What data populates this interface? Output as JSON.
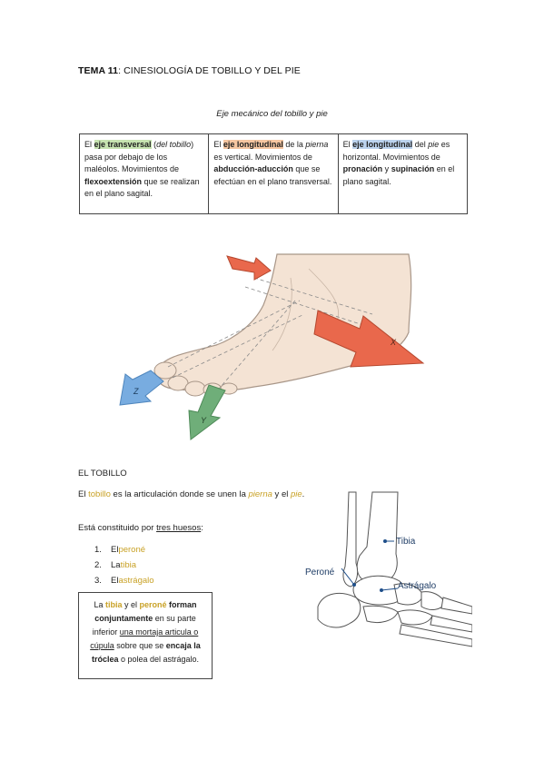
{
  "title": {
    "prefix": "TEMA 11",
    "rest": ": CINESIOLOGÍA DE TOBILLO Y DEL PIE"
  },
  "caption": "Eje mecánico del tobillo y pie",
  "axes": [
    {
      "p1": "El ",
      "hl": "eje transversal",
      "p2": " (",
      "em": "del tobillo",
      "p3": ") pasa por debajo de los maléolos. Movimientos de ",
      "b1": "flexoextensión",
      "p4": " que se realizan en el plano sagital.",
      "color": "#c6e3b0"
    },
    {
      "p1": "El ",
      "hl": "eje longitudinal",
      "p2": " de la ",
      "em": "pierna",
      "p3": " es vertical. Movimientos de ",
      "b1": "abducción-aducción",
      "p4": " que se efectúan en el plano transversal.",
      "color": "#f6c6a1"
    },
    {
      "p1": "El ",
      "hl": "eje longitudinal",
      "p2": " del ",
      "em": "pie",
      "p3": " es horizontal. Movimientos de ",
      "b1": "pronación",
      "p3b": " y ",
      "b2": "supinación",
      "p4": " en el plano sagital.",
      "color": "#bcd3ee"
    }
  ],
  "figure_axes": {
    "x_label": "X",
    "y_label": "Y",
    "z_label": "Z",
    "colors": {
      "x": "#e9684c",
      "y": "#6fae79",
      "z": "#78ace0",
      "skin": "#f4e3d4"
    }
  },
  "section": {
    "heading": "EL TOBILLO",
    "intro": {
      "p1": "El ",
      "w1": "tobillo",
      "p2": " es la articulación donde se unen la ",
      "w2": "pierna",
      "p3": " y el ",
      "w3": "pie",
      "p4": "."
    },
    "bones_lead": {
      "p1": "Está constituido por ",
      "u": "tres huesos",
      "p2": ":"
    },
    "bones": [
      {
        "n": "1.",
        "pre": "El ",
        "name": "peroné"
      },
      {
        "n": "2.",
        "pre": "La ",
        "name": "tibia"
      },
      {
        "n": "3.",
        "pre": "El ",
        "name": "astrágalo"
      }
    ],
    "note": {
      "p1": "La ",
      "w1": "tibia",
      "p2": " y el ",
      "w2": "peroné",
      "b1": " forman conjuntamente",
      "p3": " en su parte inferior ",
      "u": "una mortaja articula o cúpula",
      "p4": " sobre que se ",
      "b2": "encaja la tróclea",
      "p5": " o polea del astrágalo."
    }
  },
  "ankle_labels": {
    "tibia": "Tibia",
    "perone": "Peroné",
    "astragalo": "Astrágalo"
  }
}
